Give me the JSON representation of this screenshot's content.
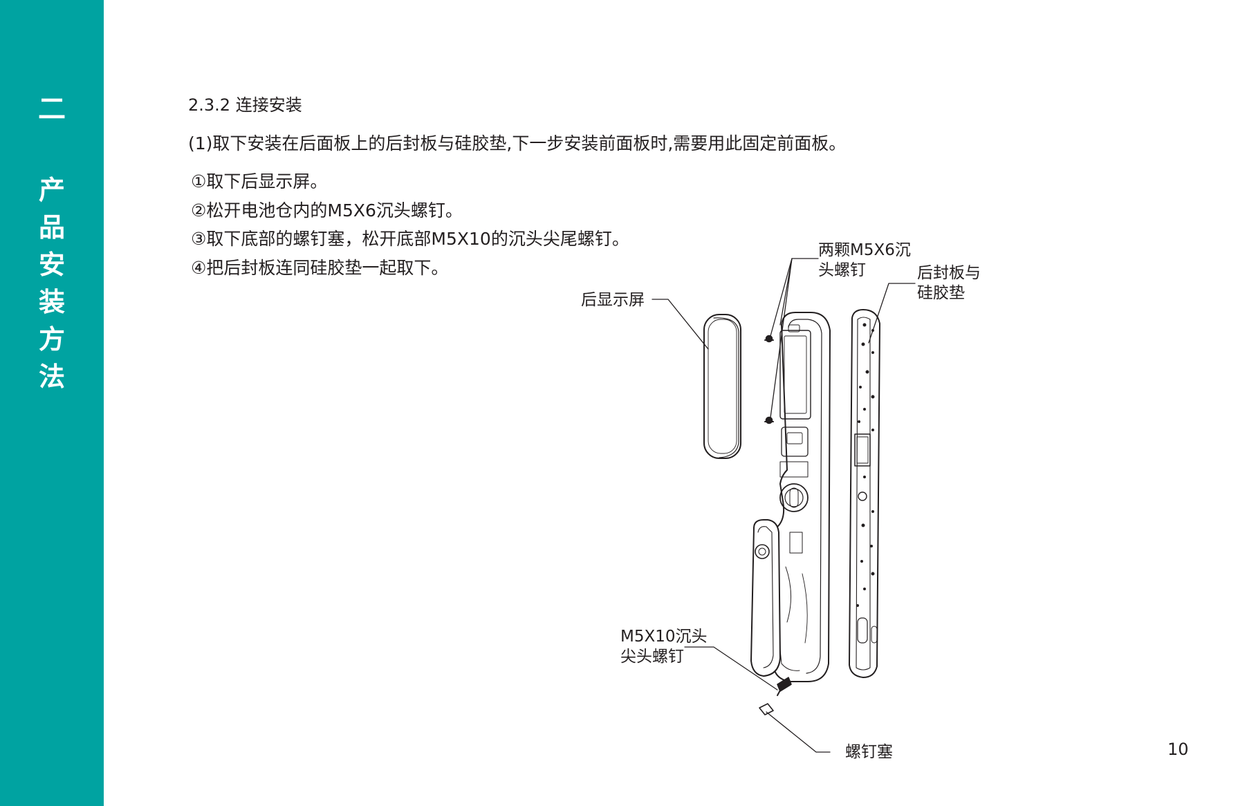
{
  "sidebar": {
    "chapter_number": "二",
    "chapter_title": [
      "产",
      "品",
      "安",
      "装",
      "方",
      "法"
    ]
  },
  "section": {
    "title": "2.3.2 连接安装",
    "instruction": "(1)取下安装在后面板上的后封板与硅胶垫,下一步安装前面板时,需要用此固定前面板。",
    "steps": [
      "①取下后显示屏。",
      "②松开电池仓内的M5X6沉头螺钉。",
      "③取下底部的螺钉塞，松开底部M5X10的沉头尖尾螺钉。",
      "④把后封板连同硅胶垫一起取下。"
    ]
  },
  "diagram": {
    "labels": {
      "rear_display": "后显示屏",
      "two_screws_line1": "两颗M5X6沉",
      "two_screws_line2": "头螺钉",
      "rear_cover_line1": "后封板与",
      "rear_cover_line2": "硅胶垫",
      "bottom_screw_line1": "M5X10沉头",
      "bottom_screw_line2": "尖头螺钉",
      "screw_plug": "螺钉塞"
    }
  },
  "page_number": "10",
  "colors": {
    "sidebar": "#00a3a1",
    "text": "#231f20",
    "sidebar_text": "#ffffff"
  }
}
